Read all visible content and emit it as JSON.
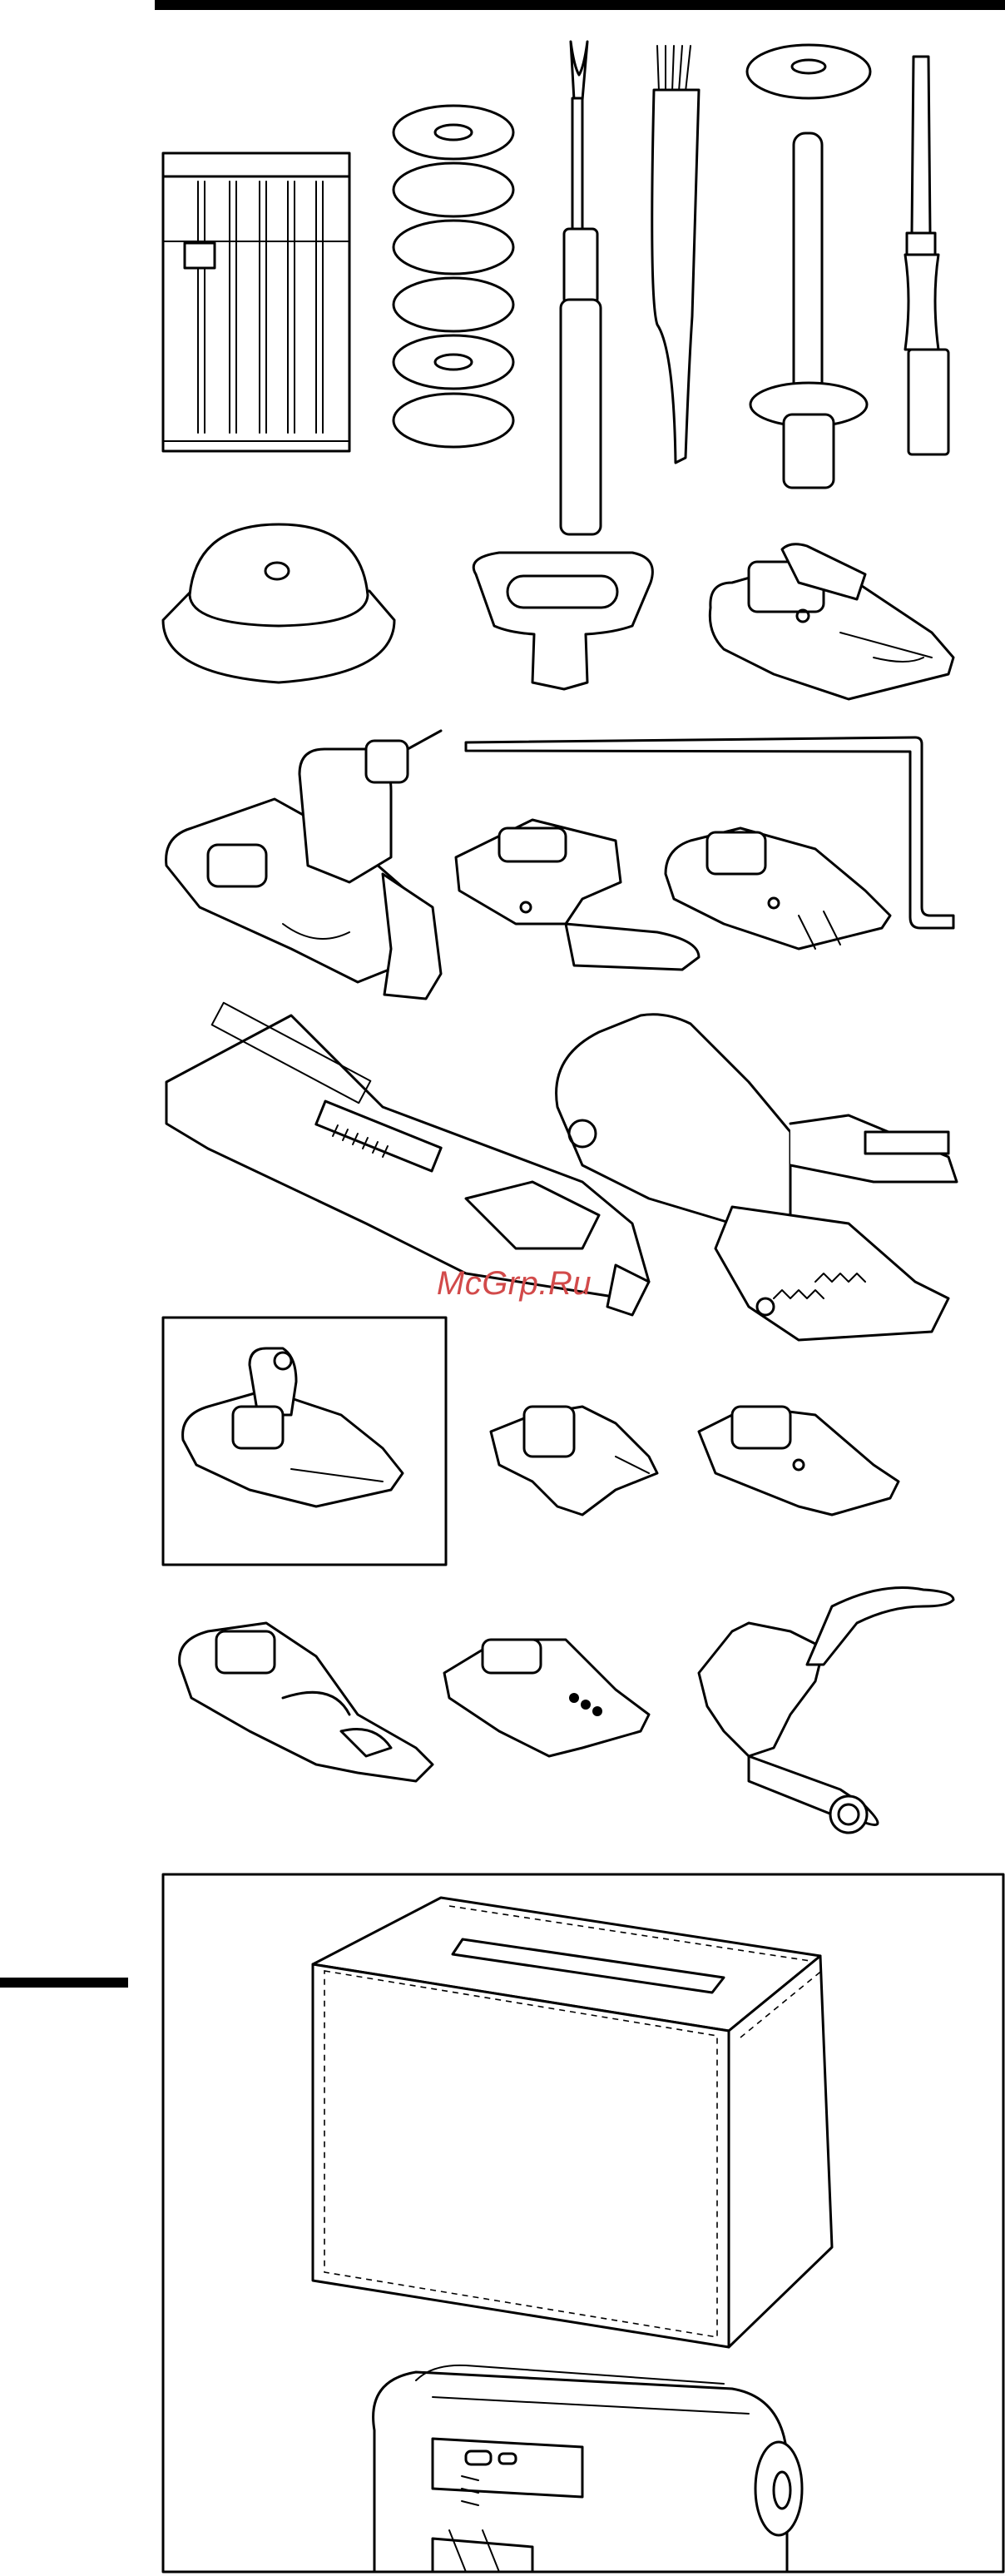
{
  "page": {
    "watermark": "McGrp.Ru"
  },
  "accessories": [
    {
      "id": "needle-pack",
      "icon": "needle-pack-icon"
    },
    {
      "id": "bobbins",
      "icon": "bobbin-stack-icon"
    },
    {
      "id": "seam-ripper",
      "icon": "seam-ripper-icon"
    },
    {
      "id": "lint-brush",
      "icon": "lint-brush-icon"
    },
    {
      "id": "spool-pin",
      "icon": "spool-pin-icon"
    },
    {
      "id": "screwdriver",
      "icon": "screwdriver-icon"
    },
    {
      "id": "spool-cap",
      "icon": "spool-cap-icon"
    },
    {
      "id": "disc-screwdriver",
      "icon": "disc-screwdriver-icon"
    },
    {
      "id": "satin-foot",
      "icon": "presser-foot-icon"
    },
    {
      "id": "overcasting-foot",
      "icon": "presser-foot-icon"
    },
    {
      "id": "quilting-guide",
      "icon": "quilting-guide-icon"
    },
    {
      "id": "zipper-foot",
      "icon": "presser-foot-icon"
    },
    {
      "id": "open-toe-foot",
      "icon": "presser-foot-icon"
    },
    {
      "id": "buttonhole-foot",
      "icon": "buttonhole-foot-icon"
    },
    {
      "id": "walking-foot",
      "icon": "walking-foot-icon"
    },
    {
      "id": "zigzag-foot",
      "icon": "presser-foot-icon"
    },
    {
      "id": "button-sewing-foot",
      "icon": "presser-foot-icon"
    },
    {
      "id": "straight-stitch-foot",
      "icon": "presser-foot-icon"
    },
    {
      "id": "rolled-hem-foot",
      "icon": "presser-foot-icon"
    },
    {
      "id": "cording-foot",
      "icon": "presser-foot-icon"
    },
    {
      "id": "darning-foot",
      "icon": "darning-foot-icon"
    },
    {
      "id": "dust-cover",
      "icon": "dust-cover-icon"
    },
    {
      "id": "sewing-machine",
      "icon": "sewing-machine-icon"
    }
  ]
}
